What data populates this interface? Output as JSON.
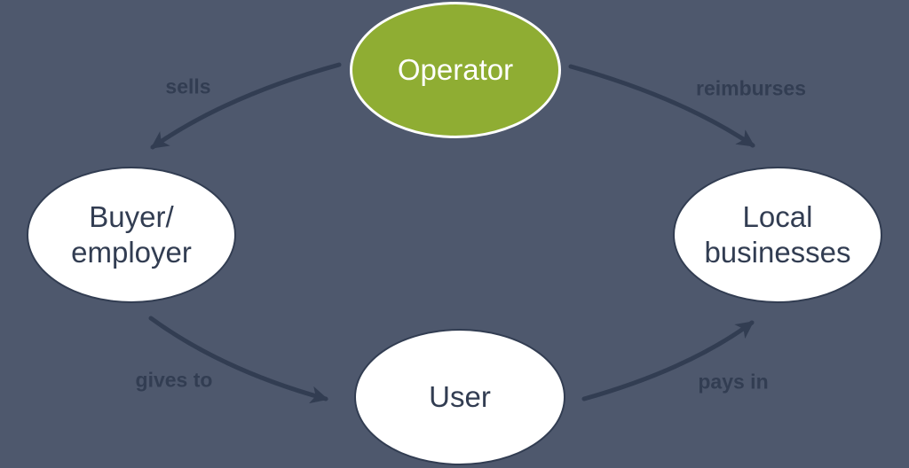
{
  "diagram": {
    "type": "cycle-flow-diagram",
    "colors": {
      "background": "#4e586d",
      "node_fill": "#ffffff",
      "node_stroke": "#323d52",
      "operator_fill": "#8fad33",
      "operator_stroke": "#ffffff",
      "arrow": "#323d52",
      "label_text": "#323d52",
      "operator_text": "#ffffff"
    },
    "nodes": [
      {
        "id": "operator",
        "label": "Operator"
      },
      {
        "id": "buyer-employer",
        "label": "Buyer/\nemployer"
      },
      {
        "id": "local-businesses",
        "label": "Local\nbusinesses"
      },
      {
        "id": "user",
        "label": "User"
      }
    ],
    "edges": [
      {
        "id": "sells",
        "label": "sells",
        "from": "operator",
        "to": "buyer-employer"
      },
      {
        "id": "reimburses",
        "label": "reimburses",
        "from": "operator",
        "to": "local-businesses"
      },
      {
        "id": "gives-to",
        "label": "gives to",
        "from": "buyer-employer",
        "to": "user"
      },
      {
        "id": "pays-in",
        "label": "pays in",
        "from": "user",
        "to": "local-businesses"
      }
    ]
  }
}
